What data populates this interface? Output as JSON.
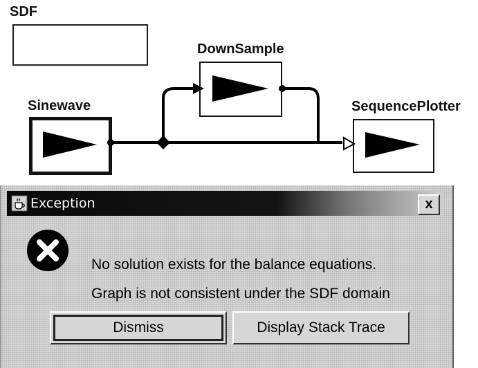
{
  "diagram": {
    "director_label": "SDF",
    "actors": {
      "downsample": "DownSample",
      "sinewave": "Sinewave",
      "plotter": "SequencePlotter"
    }
  },
  "dialog": {
    "title": "Exception",
    "close_label": "x",
    "icon": "error-x-circle-icon",
    "message_line1": "No solution exists for the balance equations.",
    "message_line2": "Graph is not consistent under the SDF domain",
    "dismiss_label": "Dismiss",
    "stack_trace_label": "Display Stack Trace"
  }
}
